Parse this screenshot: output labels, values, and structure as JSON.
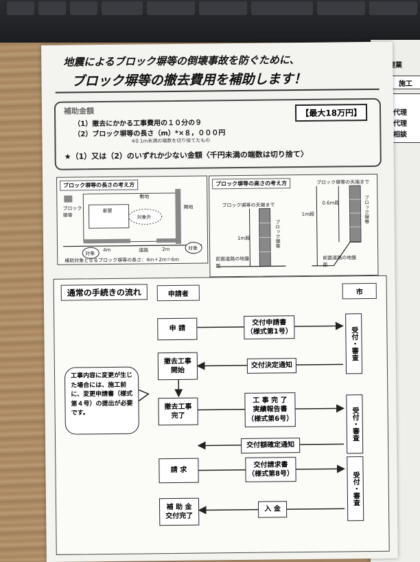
{
  "title": {
    "line1": "地震によるブロック塀等の倒壊事故を防ぐために、",
    "line2": "ブロック塀等の撤去費用を補助します！"
  },
  "subsidy": {
    "heading": "補助金額",
    "item1": "（1）撤去にかかる工事費用の１０分の９",
    "item2": "（2）ブロック塀等の長さ（m）*×８，０００円",
    "note": "※0.1m未満の端数を切り捨てたもの",
    "max": "【最大18万円】",
    "rule": "★（1）又は（2）のいずれか少ない金額〈千円未満の端数は切り捨て〉"
  },
  "length_panel": {
    "title": "ブロック塀等の長さの考え方",
    "block_label": "ブロック塀等",
    "lot": "敷地",
    "house": "家屋",
    "outside": "対象外",
    "neighbor": "隣地",
    "target1": "対象",
    "target2": "対象",
    "len1": "4m",
    "road": "道路",
    "len2": "2m",
    "caption": "補助対象となるブロック塀等の長さ：4m＋2m＝6m"
  },
  "height_panel": {
    "title": "ブロック塀等の高さの考え方",
    "top1": "ブロック塀等の天端まで",
    "top2": "ブロック塀等の天端まで",
    "h1": "1m超",
    "h2": "1m超",
    "h3": "0.6m超",
    "block1": "ブロック塀等",
    "block2": "ブロック塀等",
    "ground1": "前面道路の地盤面",
    "ground2": "前面道路の地盤面"
  },
  "flow": {
    "title": "通常の手続きの流れ",
    "applicant": "申請者",
    "city": "市",
    "apply": "申 請",
    "form1_l1": "交付申請書",
    "form1_l2": "（様式第1号）",
    "review1": "受付・審査",
    "decision": "交付決定通知",
    "start_l1": "撤去工事",
    "start_l2": "開始",
    "done_l1": "撤去工事",
    "done_l2": "完了",
    "report_l1": "工 事 完 了",
    "report_l2": "実績報告書",
    "report_l3": "（様式第6号）",
    "review2": "受付・審査",
    "confirm": "交付額確定通知",
    "claim": "請 求",
    "form8_l1": "交付請求書",
    "form8_l2": "（様式第8号）",
    "review3": "受付・審査",
    "pay": "入 金",
    "fin_l1": "補 助 金",
    "fin_l2": "交付完了",
    "bubble": "工事内容に変更が生じた場合には、施工前に、変更申請書（様式第４号）の提出が必要です。"
  },
  "side_page": {
    "heading": "代理業",
    "tab": "施工",
    "t1": "代理",
    "t2": "代理",
    "t3": "相談"
  }
}
